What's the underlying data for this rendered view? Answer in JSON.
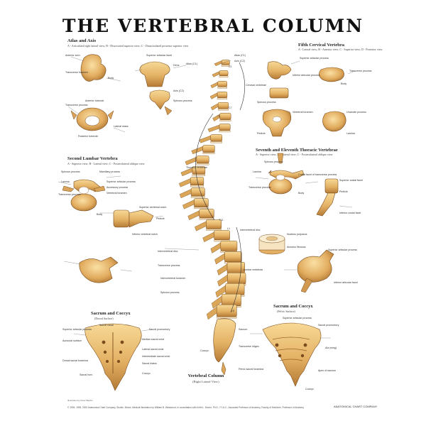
{
  "title": "THE VERTEBRAL COLUMN",
  "sections": {
    "atlas_axis": {
      "title": "Atlas and Axis",
      "subtitle": "A - Articulated right lateral view; B - Dissociated superior view; C - Disarticulated posterior superior view",
      "labels": [
        "Anterior arch",
        "Transverse foramen",
        "Body",
        "Superior articular facet",
        "Dens",
        "Transverse process",
        "Spinous process",
        "Lateral mass",
        "Atlas (C1)",
        "Axis (C2)",
        "Posterior tubercle",
        "Anterior tubercle"
      ]
    },
    "fifth_cervical": {
      "title": "Fifth Cervical Vertebra",
      "subtitle": "A - Lateral view; B - Anterior view; C - Superior view; D - Posterior view",
      "labels": [
        "Superior articular process",
        "Inferior articular process",
        "Transverse process",
        "Body",
        "Spinous process",
        "Vertebral foramen",
        "Uncinate process",
        "Pedicle",
        "Lamina"
      ]
    },
    "second_lumbar": {
      "title": "Second Lumbar Vertebra",
      "subtitle": "A - Superior view; B - Lateral view; C - Posterolateral oblique view",
      "labels": [
        "Spinous process",
        "Mamillary process",
        "Lamina",
        "Superior articular process",
        "Accessory process",
        "Transverse process",
        "Pedicle",
        "Body",
        "Vertebral foramen",
        "Inferior vertebral notch",
        "Superior vertebral notch"
      ]
    },
    "thoracic": {
      "title": "Seventh and Eleventh Thoracic Vertebrae",
      "subtitle": "A - Superior view; B - Lateral view; C - Posterolateral oblique view",
      "labels": [
        "Spinous process",
        "Lamina",
        "Transverse process",
        "Costal facet of transverse process",
        "Superior costal facet",
        "Inferior costal facet",
        "Body",
        "Pedicle",
        "Superior articular process",
        "Inferior articular facet"
      ]
    },
    "sacrum_dorsal": {
      "title": "Sacrum and Coccyx",
      "subtitle": "(Dorsal Surface)",
      "labels": [
        "Sacral canal",
        "Superior articular process",
        "Median sacral crest",
        "Auricular surface",
        "Sacral hiatus",
        "Coccyx",
        "Lateral sacral crest",
        "Sacral horn",
        "Dorsal sacral foramina",
        "Intermediate sacral crest"
      ]
    },
    "sacrum_pelvic": {
      "title": "Sacrum and Coccyx",
      "subtitle": "(Pelvic Surface)",
      "labels": [
        "Superior articular process",
        "Sacral promontory",
        "Ala (wing)",
        "Transverse ridges",
        "Pelvic sacral foramina",
        "Apex of sacrum",
        "Coccyx"
      ]
    },
    "disc": {
      "labels": [
        "Intervertebral disc",
        "Nucleus pulposus",
        "Annulus fibrosus"
      ]
    }
  },
  "spine": {
    "caption": "Vertebral Column",
    "caption_sub": "(Right Lateral View)",
    "labels": [
      "Atlas (C1)",
      "Axis (C2)",
      "Cervical vertebrae",
      "Thoracic vertebrae",
      "Lumbar vertebrae",
      "Sacrum",
      "Coccyx",
      "Intervertebral disc",
      "Intervertebral foramen",
      "Spinous process",
      "Transverse process",
      "Sacral promontory"
    ],
    "region_marks": [
      "C1",
      "C7",
      "T1",
      "T12",
      "L1",
      "L5"
    ]
  },
  "footer": "© 1994, 1995, 2000 Anatomical Chart Company, Skokie, Illinois. Medical Illustration by William B. Westwood, in consultation with Keith L. Moore, Ph.D., F.I.A.C., Associate Professor of Anatomy, Faculty of Medicine, Professor of Anatomy",
  "credit": "Illustration by Peter Bachin",
  "logo": "ANATOMICAL CHART COMPANY",
  "colors": {
    "bone_light": "#f2c97a",
    "bone_mid": "#dba657",
    "bone_dark": "#a8702e",
    "bone_outline": "#7a4c1d",
    "disc": "#f6e4c0"
  }
}
